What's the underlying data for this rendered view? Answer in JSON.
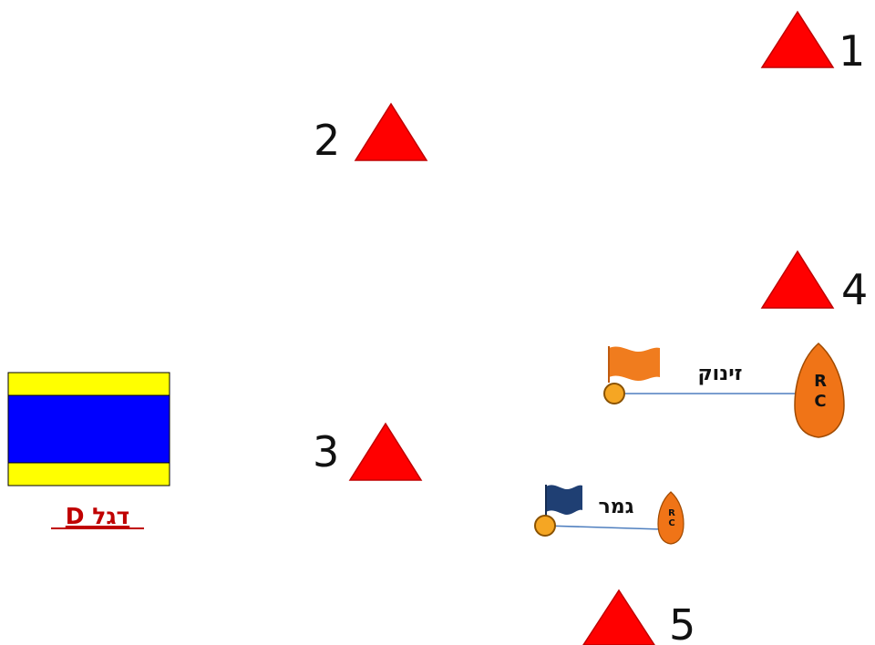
{
  "marks": [
    {
      "number": "1",
      "color": "#ff0000"
    },
    {
      "number": "2",
      "color": "#ff0000"
    },
    {
      "number": "3",
      "color": "#ff0000"
    },
    {
      "number": "4",
      "color": "#ff0000"
    },
    {
      "number": "5",
      "color": "#ff0000"
    }
  ],
  "start_line": {
    "label": "זינוק",
    "boat_text_line1": "R",
    "boat_text_line2": "C",
    "flag_color": "#f07c1e",
    "buoy_color": "#f5a623",
    "boat_color": "#f07417"
  },
  "finish_line": {
    "label": "גמר",
    "boat_text_line1": "R",
    "boat_text_line2": "C",
    "flag_color": "#1f3f73",
    "buoy_color": "#f5a623",
    "boat_color": "#f07417"
  },
  "flag_d": {
    "caption": "דגל D",
    "stripe_color": "#ffff00",
    "center_color": "#0000ff"
  }
}
